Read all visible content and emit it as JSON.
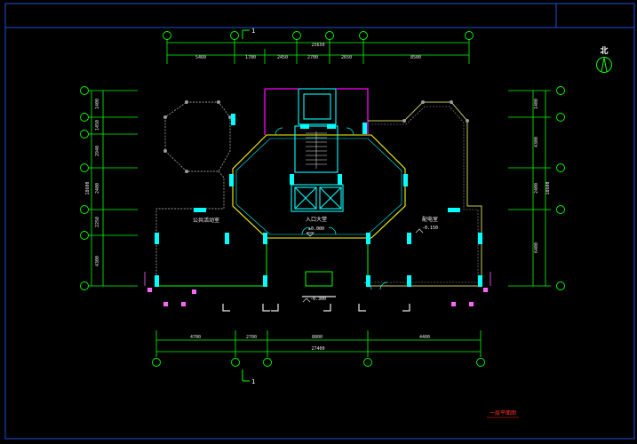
{
  "drawing": {
    "title": "一层平面图",
    "north_symbol": "北",
    "section_mark": "1",
    "colors": {
      "background": "#000000",
      "frame": "#1a4fd6",
      "dimension": "#00ff00",
      "wall_main": "#ffff00",
      "wall_cyan": "#00ffff",
      "wall_magenta": "#ff00ff",
      "wall_green": "#00ff00",
      "wall_gray": "#9a9a9a",
      "column": "#00ffff",
      "title": "#ff3030",
      "text": "#ffffff"
    }
  },
  "dimensions": {
    "top_total": "25650",
    "top_segments": [
      "5460",
      "1700",
      "2450",
      "2700",
      "2650",
      "8500"
    ],
    "bottom_total": "27400",
    "bottom_segments": [
      "4700",
      "2700",
      "8800",
      "4400"
    ],
    "left_segments": [
      "1400",
      "1450",
      "2940",
      "2400",
      "2250",
      "4300"
    ],
    "left_total": "18600",
    "right_segments": [
      "1400",
      "4300",
      "2400",
      "6400"
    ],
    "right_total": "18600"
  },
  "rooms": [
    {
      "name": "入口大堂",
      "elevation": "±0.000"
    },
    {
      "name": "公共活动室",
      "elevation": ""
    },
    {
      "name": "配电室",
      "elevation": "-0.150"
    }
  ],
  "elevations": [
    "-0.300"
  ]
}
